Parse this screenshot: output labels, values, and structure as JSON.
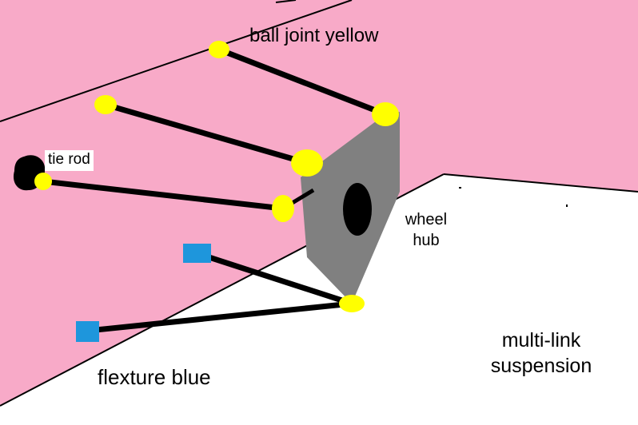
{
  "diagram": {
    "labels": {
      "ball_joint_yellow": "ball joint yellow",
      "tie_rod": "tie rod",
      "wheel_hub": [
        "wheel",
        "hub"
      ],
      "flexture_blue": "flexture blue",
      "multi_link_suspension": [
        "multi-link",
        "suspension"
      ]
    },
    "colors": {
      "background_wall": "#f8aac8",
      "floor": "#ffffff",
      "hub_plate": "#808080",
      "ball_joint": "#ffff00",
      "flexture": "#1e96dc",
      "link": "#000000"
    }
  }
}
